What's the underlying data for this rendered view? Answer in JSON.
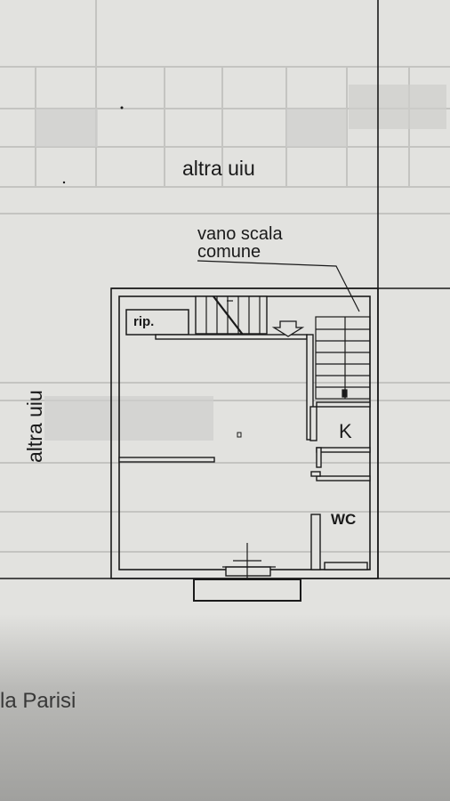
{
  "labels": {
    "top_unit": "altra uiu",
    "left_unit": "altra uiu",
    "stair_line1": "vano scala",
    "stair_line2": "comune",
    "storage": "rip.",
    "kitchen": "K",
    "bathroom": "WC",
    "street": "la Parisi"
  },
  "colors": {
    "paper": "#e4e4e1",
    "ink": "#1a1a1a",
    "faint_ink": "#b8b8b5"
  }
}
